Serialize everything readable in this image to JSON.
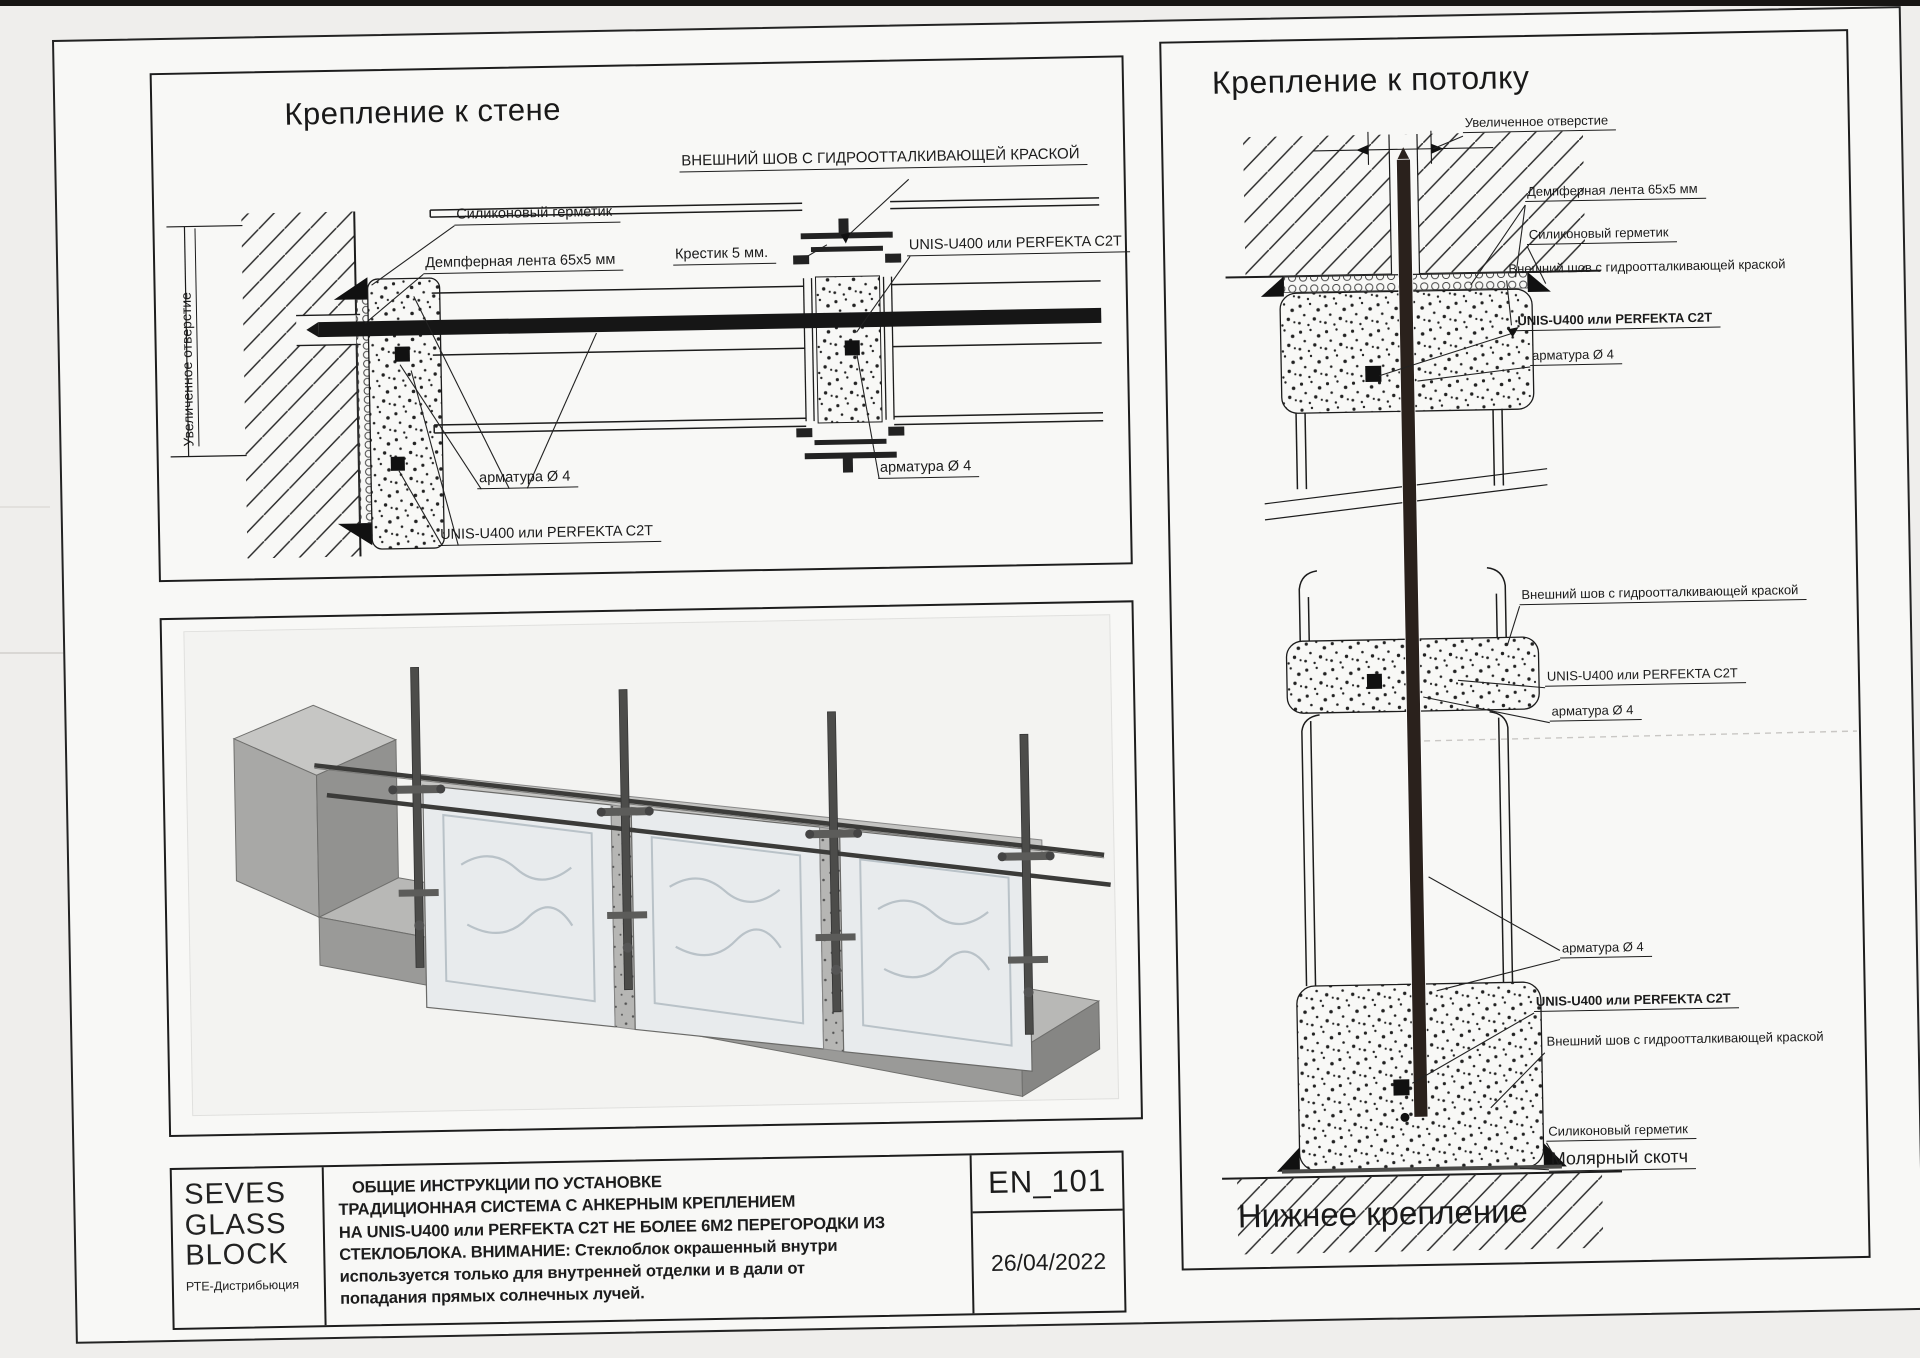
{
  "scan": {
    "wall_panel": {
      "title": "Крепление к стене",
      "dim_label": "Увеличенное отверстие",
      "silicone": "Силиконовый герметик",
      "damper": "Демпферная лента 65х5 мм",
      "outer_seam": "ВНЕШНИЙ ШОВ С ГИДРООТТАЛКИВАЮЩЕЙ КРАСКОЙ",
      "cross": "Крестик 5 мм.",
      "unis_right": "UNIS-U400 или PERFEKTA C2T",
      "rebar_left": "арматура Ø 4",
      "rebar_right": "арматура Ø 4",
      "unis_bottom": "UNIS-U400 или PERFEKTA C2T"
    },
    "ceiling_panel": {
      "title": "Крепление к потолку",
      "dim_label": "Увеличенное отверстие",
      "top": {
        "damper": "Демпферная лента 65х5 мм",
        "silicone": "Силиконовый герметик",
        "seam": "Внешний шов с гидроотталкивающей краской",
        "unis": "UNIS-U400 или PERFEKTA C2T",
        "rebar": "арматура Ø 4"
      },
      "mid": {
        "seam": "Внешний шов с гидроотталкивающей краской",
        "unis": "UNIS-U400 или PERFEKTA C2T",
        "rebar": "арматура Ø 4"
      },
      "bottom": {
        "rebar": "арматура Ø 4",
        "unis": "UNIS-U400 или PERFEKTA C2T",
        "seam": "Внешний шов с гидроотталкивающей краской",
        "silicone": "Силиконовый герметик",
        "tape": "Молярный скотч",
        "title": "Нижнее крепление"
      }
    },
    "title_block": {
      "brand": [
        "SEVES",
        "GLASS",
        "BLOCK"
      ],
      "brand_sub": "РТЕ-Дистрибьюция",
      "description": [
        "ОБЩИЕ ИНСТРУКЦИИ ПО УСТАНОВКЕ",
        "ТРАДИЦИОННАЯ СИСТЕМА С АНКЕРНЫМ КРЕПЛЕНИЕМ",
        "НА UNIS-U400 или PERFEKTA C2T НЕ БОЛЕЕ 6М2 ПЕРЕГОРОДКИ ИЗ",
        "СТЕКЛОБЛОКА. ВНИМАНИЕ: Стеклоблок окрашенный внутри",
        "используется только для внутренней отделки и в дали от",
        "попадания прямых солнечных лучей."
      ],
      "code": "EN_101",
      "date": "26/04/2022"
    }
  }
}
